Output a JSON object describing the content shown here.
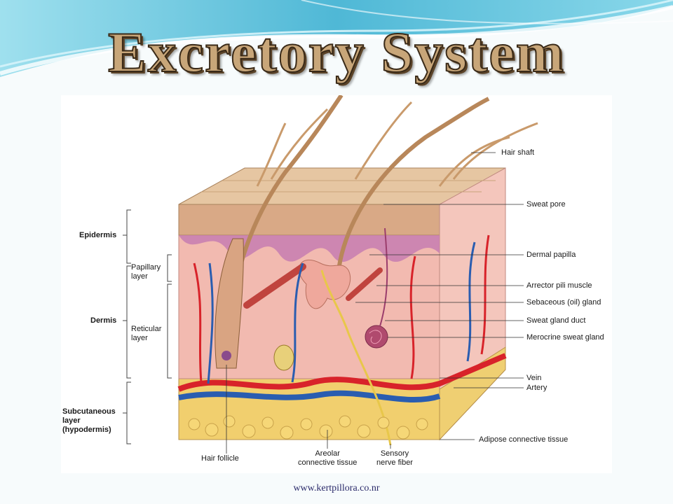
{
  "slide": {
    "title": "Excretory System",
    "footer_url": "www.kertpillora.co.nr"
  },
  "diagram": {
    "left_labels": {
      "epidermis": "Epidermis",
      "papillary_layer": "Papillary\nlayer",
      "dermis": "Dermis",
      "reticular_layer": "Reticular\nlayer",
      "subcutaneous_layer": "Subcutaneous\nlayer\n(hypodermis)"
    },
    "right_labels": {
      "hair_shaft": "Hair shaft",
      "sweat_pore": "Sweat pore",
      "dermal_papilla": "Dermal papilla",
      "arrector_pili_muscle": "Arrector pili muscle",
      "sebaceous_gland": "Sebaceous (oil) gland",
      "sweat_gland_duct": "Sweat gland duct",
      "merocrine_sweat_gland": "Merocrine sweat gland",
      "vein": "Vein",
      "artery": "Artery",
      "adipose_tissue": "Adipose connective tissue"
    },
    "bottom_labels": {
      "hair_follicle": "Hair follicle",
      "areolar_tissue": "Areolar\nconnective tissue",
      "sensory_nerve_fiber": "Sensory\nnerve fiber"
    },
    "colors": {
      "slide_accent": "#5fc6dd",
      "title_fill": "#c8a679",
      "epidermis": "#d8b08a",
      "dermis": "#f2b9b0",
      "papillary": "#c87ab0",
      "fat": "#f2cf6b",
      "artery": "#d8232a",
      "vein": "#2a5db0",
      "hair": "#b8875a"
    }
  }
}
